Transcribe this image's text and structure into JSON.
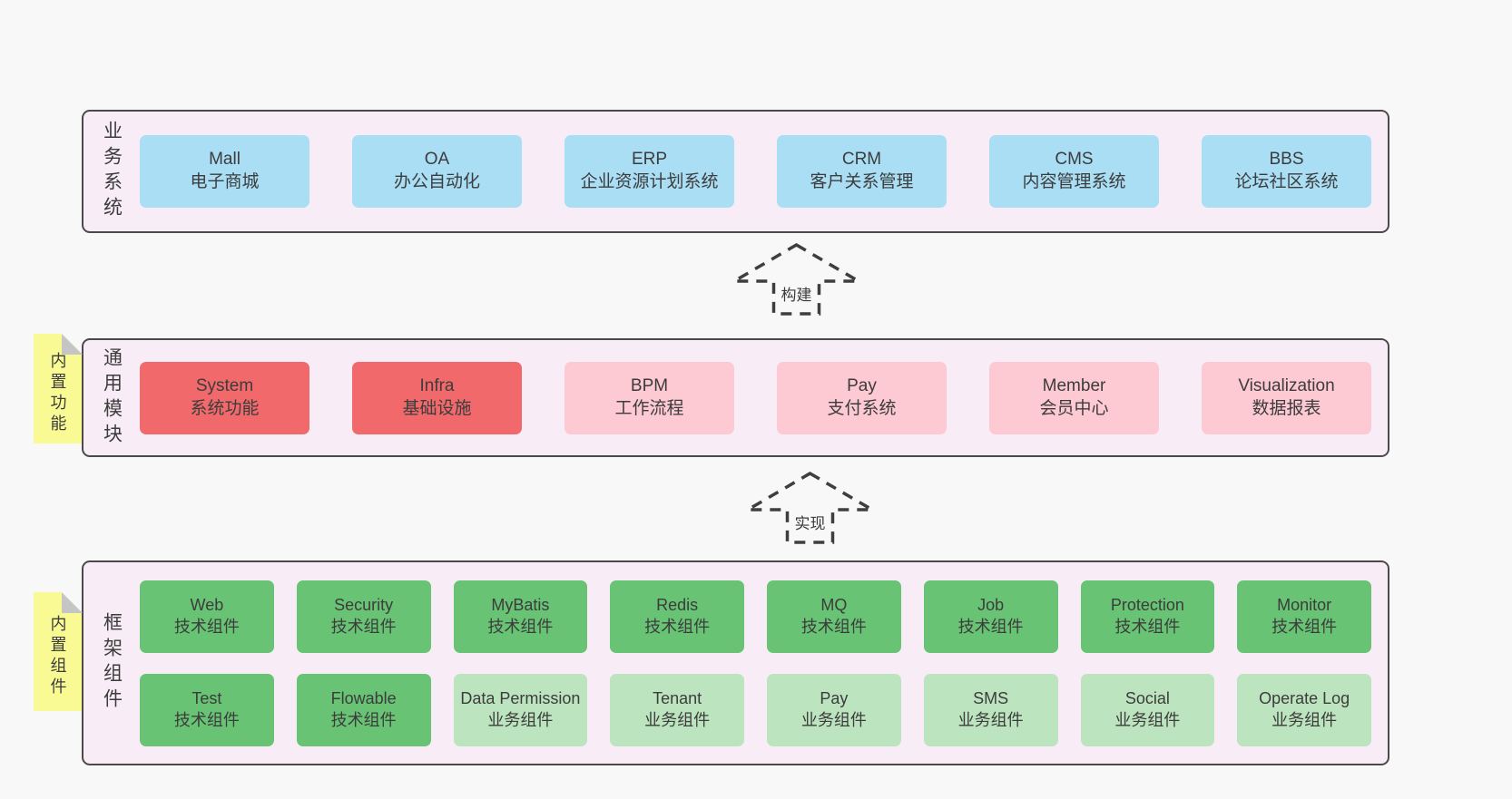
{
  "colors": {
    "page_bg": "#f8f8f8",
    "band_bg": "#f8edf6",
    "band_border": "#4a4a4a",
    "blue": "#a9def5",
    "red": "#f1696b",
    "pink": "#fdc9d2",
    "green": "#68c374",
    "green_light": "#bce4be",
    "sticky": "#fafa95",
    "sticky_fold": "#c5c5c5",
    "text": "#3c3c3c",
    "arrow_stroke": "#3e3e3e"
  },
  "arrows": [
    {
      "label": "构建"
    },
    {
      "label": "实现"
    }
  ],
  "bands": [
    {
      "id": "business-systems",
      "side_label": "业务系统",
      "rows": [
        [
          {
            "title": "Mall",
            "subtitle": "电子商城",
            "variant": "blue"
          },
          {
            "title": "OA",
            "subtitle": "办公自动化",
            "variant": "blue"
          },
          {
            "title": "ERP",
            "subtitle": "企业资源计划系统",
            "variant": "blue"
          },
          {
            "title": "CRM",
            "subtitle": "客户关系管理",
            "variant": "blue"
          },
          {
            "title": "CMS",
            "subtitle": "内容管理系统",
            "variant": "blue"
          },
          {
            "title": "BBS",
            "subtitle": "论坛社区系统",
            "variant": "blue"
          }
        ]
      ]
    },
    {
      "id": "common-modules",
      "side_label": "通用模块",
      "sticky_label": "内置功能",
      "rows": [
        [
          {
            "title": "System",
            "subtitle": "系统功能",
            "variant": "red"
          },
          {
            "title": "Infra",
            "subtitle": "基础设施",
            "variant": "red"
          },
          {
            "title": "BPM",
            "subtitle": "工作流程",
            "variant": "pink"
          },
          {
            "title": "Pay",
            "subtitle": "支付系统",
            "variant": "pink"
          },
          {
            "title": "Member",
            "subtitle": "会员中心",
            "variant": "pink"
          },
          {
            "title": "Visualization",
            "subtitle": "数据报表",
            "variant": "pink"
          }
        ]
      ]
    },
    {
      "id": "framework-components",
      "side_label": "框架组件",
      "sticky_label": "内置组件",
      "rows": [
        [
          {
            "title": "Web",
            "subtitle": "技术组件",
            "variant": "green"
          },
          {
            "title": "Security",
            "subtitle": "技术组件",
            "variant": "green"
          },
          {
            "title": "MyBatis",
            "subtitle": "技术组件",
            "variant": "green"
          },
          {
            "title": "Redis",
            "subtitle": "技术组件",
            "variant": "green"
          },
          {
            "title": "MQ",
            "subtitle": "技术组件",
            "variant": "green"
          },
          {
            "title": "Job",
            "subtitle": "技术组件",
            "variant": "green"
          },
          {
            "title": "Protection",
            "subtitle": "技术组件",
            "variant": "green"
          },
          {
            "title": "Monitor",
            "subtitle": "技术组件",
            "variant": "green"
          }
        ],
        [
          {
            "title": "Test",
            "subtitle": "技术组件",
            "variant": "green"
          },
          {
            "title": "Flowable",
            "subtitle": "技术组件",
            "variant": "green"
          },
          {
            "title": "Data Permission",
            "subtitle": "业务组件",
            "variant": "green_light"
          },
          {
            "title": "Tenant",
            "subtitle": "业务组件",
            "variant": "green_light"
          },
          {
            "title": "Pay",
            "subtitle": "业务组件",
            "variant": "green_light"
          },
          {
            "title": "SMS",
            "subtitle": "业务组件",
            "variant": "green_light"
          },
          {
            "title": "Social",
            "subtitle": "业务组件",
            "variant": "green_light"
          },
          {
            "title": "Operate Log",
            "subtitle": "业务组件",
            "variant": "green_light"
          }
        ]
      ]
    }
  ]
}
